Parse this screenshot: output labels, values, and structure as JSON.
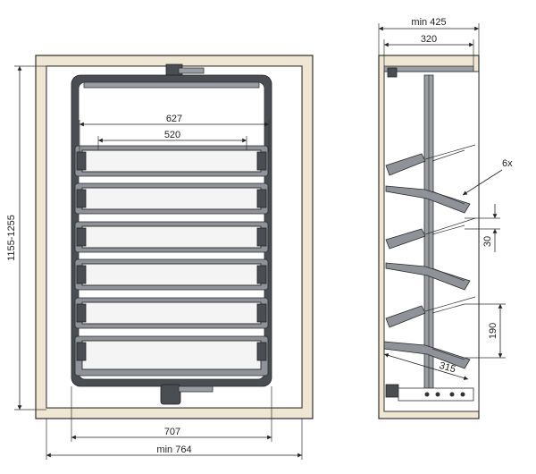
{
  "front_view": {
    "basket_outer_width": "627",
    "basket_inner_width": "520",
    "height_range": "1155-1255",
    "frame_width": "707",
    "min_cabinet_width": "min 764"
  },
  "side_view": {
    "min_depth": "min 425",
    "depth": "320",
    "basket_count": "6x",
    "basket_rim_height": "30",
    "basket_spacing": "190",
    "basket_depth": "315"
  }
}
